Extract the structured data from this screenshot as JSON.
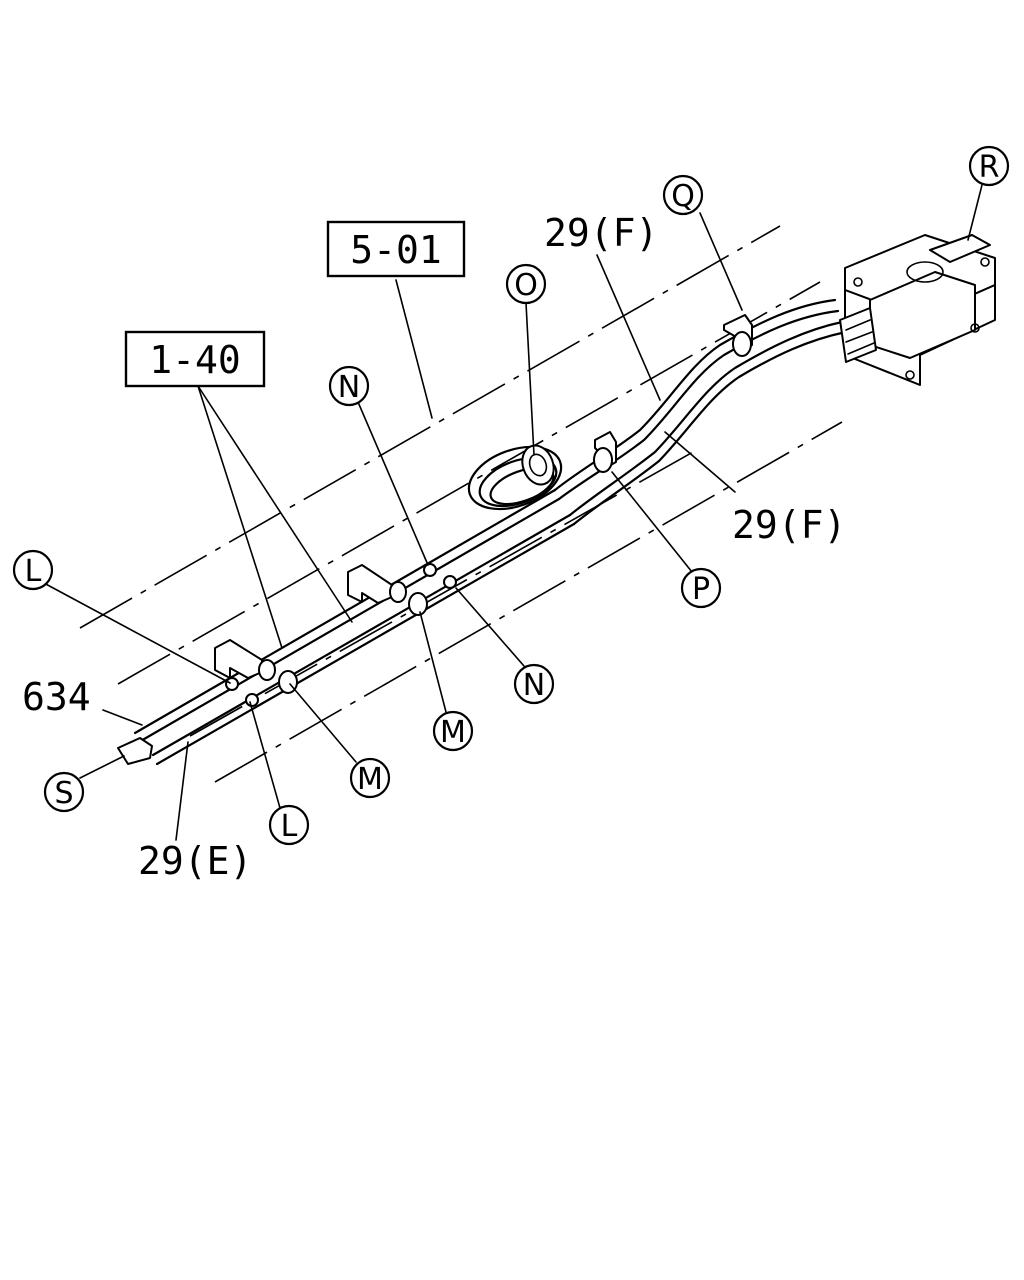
{
  "ref_boxes": {
    "box_501": "5-01",
    "box_140": "1-40"
  },
  "part_labels": {
    "label_29f_top": "29(F)",
    "label_29f_right": "29(F)",
    "label_634": "634",
    "label_29e": "29(E)"
  },
  "callouts": {
    "q": "Q",
    "r": "R",
    "o": "O",
    "n_upper": "N",
    "n_lower": "N",
    "p": "P",
    "l_upper": "L",
    "l_lower": "L",
    "m_center": "M",
    "m_left": "M",
    "s": "S"
  }
}
